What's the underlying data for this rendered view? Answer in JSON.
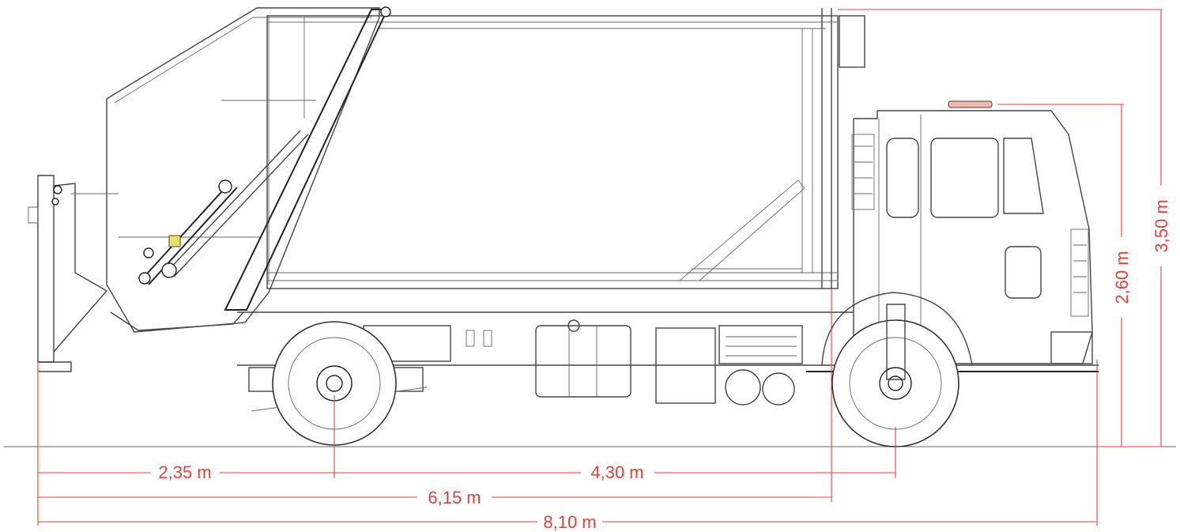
{
  "colors": {
    "dimension": "#e0433a",
    "linework": "#444444",
    "background": "#ffffff"
  },
  "dimensions": {
    "rear_overhang": "2,35 m",
    "wheelbase": "4,30 m",
    "length_to_cab": "6,15 m",
    "overall_length": "8,10 m",
    "cab_height": "2,60 m",
    "overall_height": "3,50 m"
  }
}
